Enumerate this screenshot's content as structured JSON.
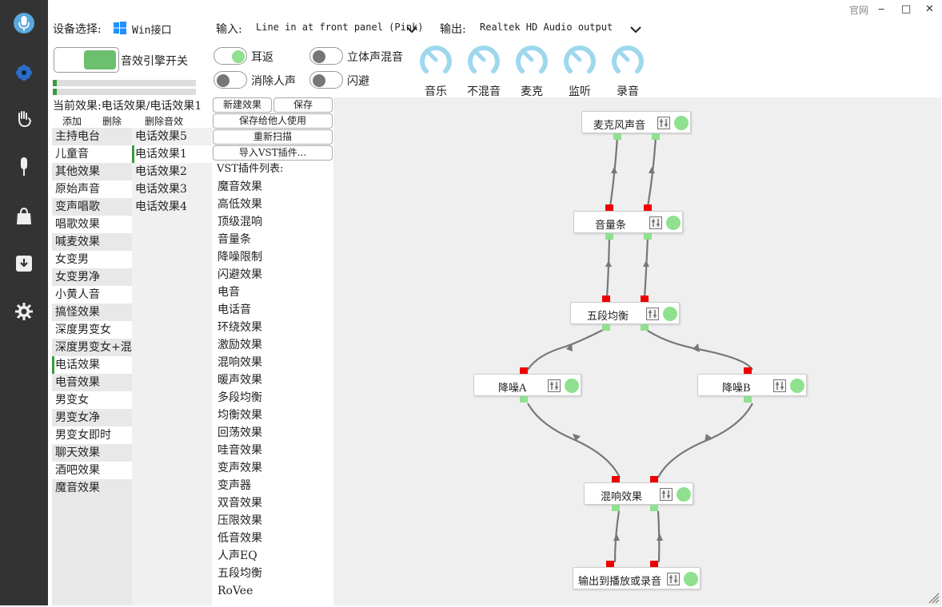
{
  "window": {
    "link_label": "官网",
    "minimize_glyph": "‒",
    "maximize_glyph": "□",
    "close_glyph": "✕"
  },
  "sidebar": {
    "icons": [
      "mic-icon",
      "flower-icon",
      "hand-icon",
      "microphone-icon",
      "shop-bag-icon",
      "download-icon",
      "settings-icon"
    ]
  },
  "device": {
    "label": "设备选择:",
    "value": "Win接口"
  },
  "input": {
    "label": "输入:",
    "value": "Line in at front panel (Pink)"
  },
  "output": {
    "label": "输出:",
    "value": "Realtek HD Audio output"
  },
  "engine": {
    "label": "音效引擎开关"
  },
  "toggles": {
    "monitor": "耳返",
    "stereo_mix": "立体声混音",
    "vocal_remove": "消除人声",
    "dodge": "闪避"
  },
  "dials": [
    "音乐",
    "不混音",
    "麦克",
    "监听",
    "录音"
  ],
  "meters": [
    0.03,
    0.03
  ],
  "current_effect": "当前效果:电话效果/电话效果1",
  "actions": {
    "add": "添加",
    "delete": "删除",
    "delete_effect": "删除音效"
  },
  "categories": [
    "主持电台",
    "儿童音",
    "其他效果",
    "原始声音",
    "变声唱歌",
    "唱歌效果",
    "喊麦效果",
    "女变男",
    "女变男净",
    "小黄人音",
    "搞怪效果",
    "深度男变女",
    "深度男变女+混响",
    "电话效果",
    "电音效果",
    "男变女",
    "男变女净",
    "男变女即时",
    "聊天效果",
    "酒吧效果",
    "魔音效果"
  ],
  "selected_category": 13,
  "presets": [
    "电话效果5",
    "电话效果1",
    "电话效果2",
    "电话效果3",
    "电话效果4"
  ],
  "selected_preset": 1,
  "buttons": {
    "new_effect": "新建效果",
    "save": "保存",
    "save_for_others": "保存给他人使用",
    "rescan": "重新扫描",
    "import_vst": "导入VST插件..."
  },
  "vst_header": "VST插件列表:",
  "vst_plugins": [
    "魔音效果",
    "高低效果",
    "顶级混响",
    "音量条",
    "降噪限制",
    "闪避效果",
    "电音",
    "电话音",
    "环绕效果",
    "激励效果",
    "混响效果",
    "暖声效果",
    "多段均衡",
    "均衡效果",
    "回荡效果",
    "哇音效果",
    "变声效果",
    "变声器",
    "双音效果",
    "压限效果",
    "低音效果",
    "人声EQ",
    "五段均衡",
    "RoVee"
  ],
  "graph_nodes": [
    "麦克风声音",
    "音量条",
    "五段均衡",
    "降噪A",
    "降噪B",
    "混响效果",
    "输出到播放或录音"
  ],
  "colors": {
    "sidebar": "#333333",
    "accent_green": "#3a9c3a",
    "led_green": "#8fe08f",
    "port_red": "#ee0000",
    "dial_blue": "#9fd8ee"
  }
}
